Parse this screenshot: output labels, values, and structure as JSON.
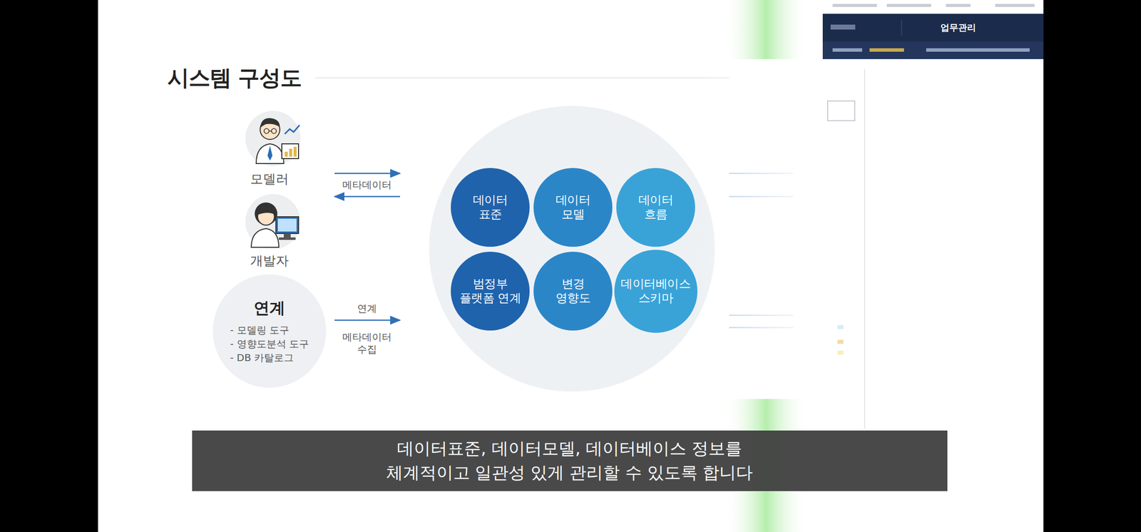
{
  "diagram": {
    "title": "시스템 구성도",
    "caption": "데이터표준, 데이터모델, 데이터베이스 정보를 체계적이고 일관성 있게 관리할 수 있도록 합니다",
    "nodes": [
      {
        "text": [
          "연계",
          "- 모델링 도구",
          "- 영향도분석 도구",
          "- DB 카탈로그"
        ]
      },
      {
        "text": [
          "데이터 표준"
        ]
      },
      {
        "text": [
          "데이터 모델"
        ]
      },
      {
        "text": [
          "데이터 흐름"
        ]
      },
      {
        "text": [
          "범정부 플랫폼 연계"
        ]
      },
      {
        "text": [
          "변경 영향도"
        ]
      },
      {
        "text": [
          "데이터베이스 스키마"
        ]
      }
    ],
    "labels": [
      "모델러",
      "개발자",
      "메타데이터",
      "연계",
      "메타데이터 수집",
      "업무관리"
    ]
  }
}
